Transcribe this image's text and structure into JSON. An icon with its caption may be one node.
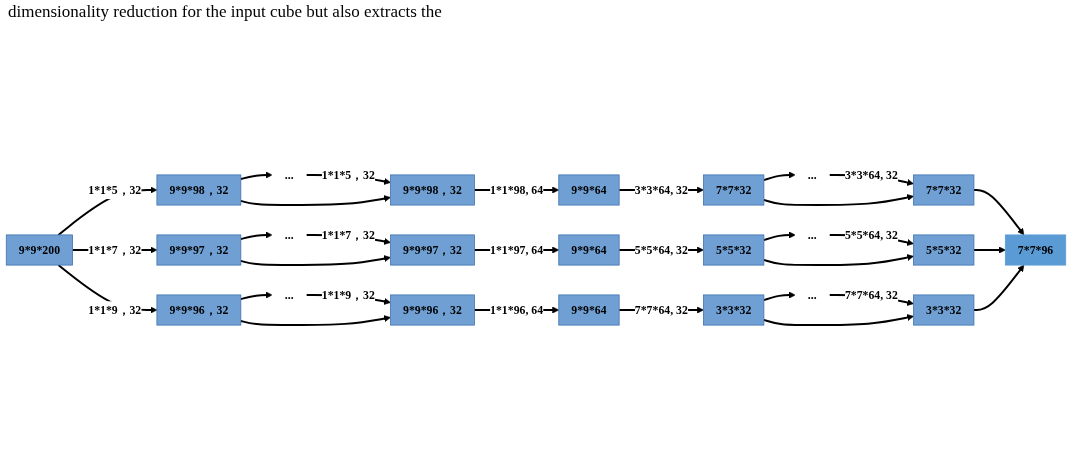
{
  "diagram": {
    "nodes": [
      {
        "text": [
          "9*9*200"
        ]
      },
      {
        "text": [
          "9*9*98，32"
        ]
      },
      {
        "text": [
          "..."
        ]
      },
      {
        "text": [
          "9*9*98，32"
        ]
      },
      {
        "text": [
          "9*9*64"
        ]
      },
      {
        "text": [
          "7*7*32"
        ]
      },
      {
        "text": [
          "..."
        ]
      },
      {
        "text": [
          "7*7*32"
        ]
      },
      {
        "text": [
          "9*9*97，32"
        ]
      },
      {
        "text": [
          "..."
        ]
      },
      {
        "text": [
          "9*9*97，32"
        ]
      },
      {
        "text": [
          "9*9*64"
        ]
      },
      {
        "text": [
          "5*5*32"
        ]
      },
      {
        "text": [
          "..."
        ]
      },
      {
        "text": [
          "5*5*32"
        ]
      },
      {
        "text": [
          "9*9*96，32"
        ]
      },
      {
        "text": [
          "..."
        ]
      },
      {
        "text": [
          "9*9*96，32"
        ]
      },
      {
        "text": [
          "9*9*64"
        ]
      },
      {
        "text": [
          "3*3*32"
        ]
      },
      {
        "text": [
          "..."
        ]
      },
      {
        "text": [
          "3*3*32"
        ]
      },
      {
        "text": [
          "7*7*96"
        ]
      }
    ],
    "edges": [
      {
        "from": 0,
        "to": 1,
        "arrow": "to",
        "label": "1*1*5，32"
      },
      {
        "from": 1,
        "to": 2,
        "arrow": "to"
      },
      {
        "from": 2,
        "to": 3,
        "arrow": "to",
        "label": "1*1*5，32"
      },
      {
        "from": 1,
        "to": 3,
        "arrow": "to"
      },
      {
        "from": 3,
        "to": 4,
        "arrow": "to",
        "label": "1*1*98, 64"
      },
      {
        "from": 4,
        "to": 5,
        "arrow": "to",
        "label": "3*3*64, 32"
      },
      {
        "from": 5,
        "to": 6,
        "arrow": "to"
      },
      {
        "from": 6,
        "to": 7,
        "arrow": "to",
        "label": "3*3*64, 32"
      },
      {
        "from": 5,
        "to": 7,
        "arrow": "to"
      },
      {
        "from": 7,
        "to": 22,
        "arrow": "to"
      },
      {
        "from": 0,
        "to": 8,
        "arrow": "to",
        "label": "1*1*7，32"
      },
      {
        "from": 8,
        "to": 9,
        "arrow": "to"
      },
      {
        "from": 9,
        "to": 10,
        "arrow": "to",
        "label": "1*1*7，32"
      },
      {
        "from": 8,
        "to": 10,
        "arrow": "to"
      },
      {
        "from": 10,
        "to": 11,
        "arrow": "to",
        "label": "1*1*97, 64"
      },
      {
        "from": 11,
        "to": 12,
        "arrow": "to",
        "label": "5*5*64, 32"
      },
      {
        "from": 12,
        "to": 13,
        "arrow": "to"
      },
      {
        "from": 13,
        "to": 14,
        "arrow": "to",
        "label": "5*5*64, 32"
      },
      {
        "from": 12,
        "to": 14,
        "arrow": "to"
      },
      {
        "from": 14,
        "to": 22,
        "arrow": "to"
      },
      {
        "from": 0,
        "to": 15,
        "arrow": "to",
        "label": "1*1*9，32"
      },
      {
        "from": 15,
        "to": 16,
        "arrow": "to"
      },
      {
        "from": 16,
        "to": 17,
        "arrow": "to",
        "label": "1*1*9，32"
      },
      {
        "from": 15,
        "to": 17,
        "arrow": "to"
      },
      {
        "from": 17,
        "to": 18,
        "arrow": "to",
        "label": "1*1*96, 64"
      },
      {
        "from": 18,
        "to": 19,
        "arrow": "to",
        "label": "7*7*64, 32"
      },
      {
        "from": 19,
        "to": 20,
        "arrow": "to"
      },
      {
        "from": 20,
        "to": 21,
        "arrow": "to",
        "label": "7*7*64, 32"
      },
      {
        "from": 19,
        "to": 21,
        "arrow": "to"
      },
      {
        "from": 21,
        "to": 22,
        "arrow": "to"
      }
    ],
    "labels": [
      "dimensionality reduction for the input cube but also extracts the"
    ]
  }
}
